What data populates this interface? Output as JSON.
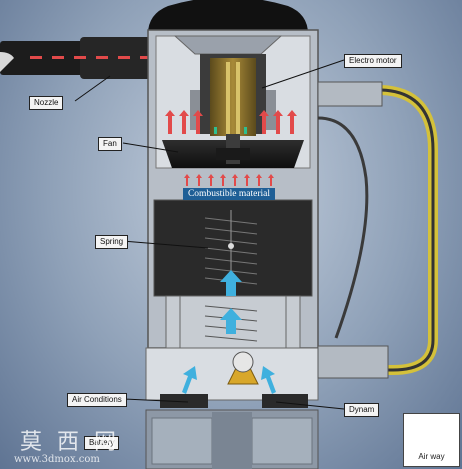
{
  "labels": {
    "nozzle": "Nozzle",
    "electro_motor": "Electro motor",
    "fan": "Fan",
    "combustible_material": "Combustible material",
    "spring": "Spring",
    "air_conditions": "Air Conditions",
    "dynam": "Dynam",
    "battery": "Battery"
  },
  "legend": {
    "text": "Air way",
    "arrow_colors": [
      "#e24a4a",
      "#3fb0de"
    ]
  },
  "watermark": {
    "cn": "莫 西 网",
    "url": "www.3dmox.com"
  },
  "colors": {
    "air_hot": "#e24a4a",
    "air_cool": "#3fb0de",
    "label_bg": "#f4f4f4",
    "combustible_bg": "#1f5f96",
    "handle": "#d4c13a"
  }
}
